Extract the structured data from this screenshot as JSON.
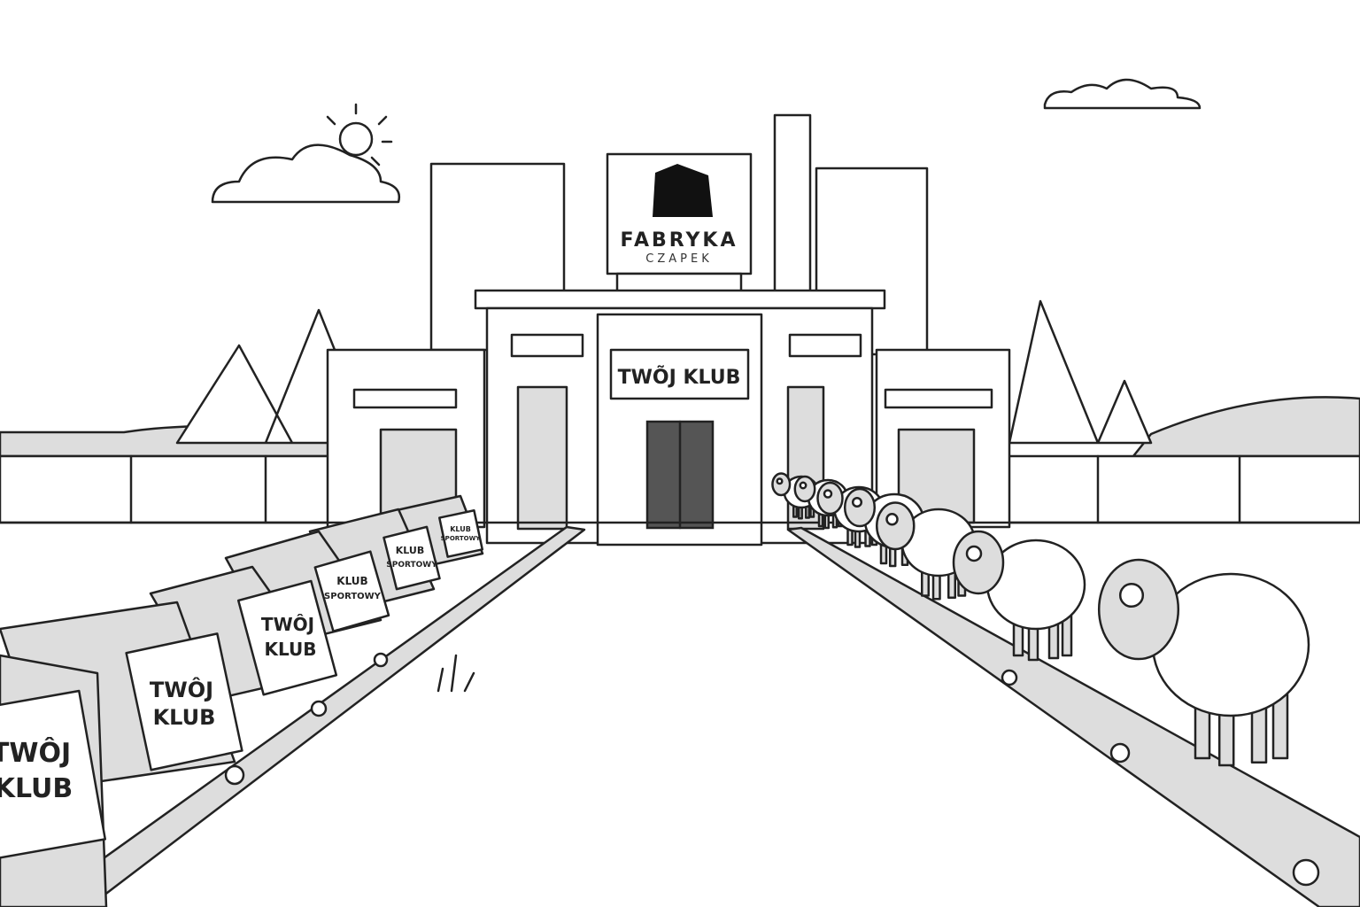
{
  "factory": {
    "sign_title": "FABRYKA",
    "sign_subtitle": "CZAPEK",
    "facade_label": "TWÕJ KLUB"
  },
  "scarves": {
    "large_line1": "TWÔJ",
    "large_line2": "KLUB",
    "small_line1": "KLUB",
    "small_line2": "SPORTOWY"
  },
  "colors": {
    "ink": "#222222",
    "door": "#555555",
    "scarf": "#dddddd"
  }
}
